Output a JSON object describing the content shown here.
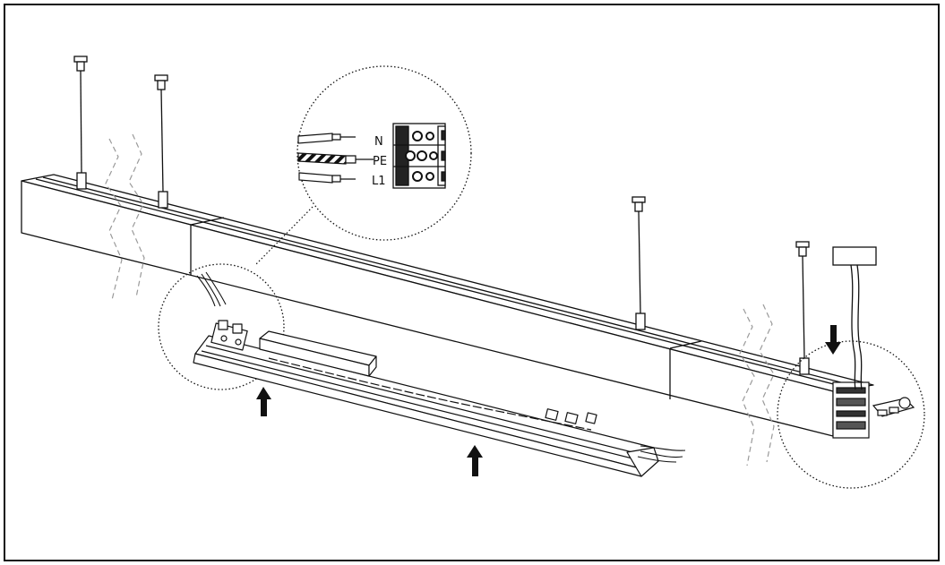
{
  "diagram": {
    "terminal_labels": [
      "N",
      "PE",
      "L1"
    ],
    "colors": {
      "line": "#111111",
      "light_line": "#9a9a9a",
      "fill": "#ffffff",
      "hatch": "#2a2a2a"
    },
    "icons": {
      "up_arrow": "arrow-up-icon",
      "down_arrow": "arrow-down-icon",
      "connector": "terminal-block-icon"
    }
  }
}
